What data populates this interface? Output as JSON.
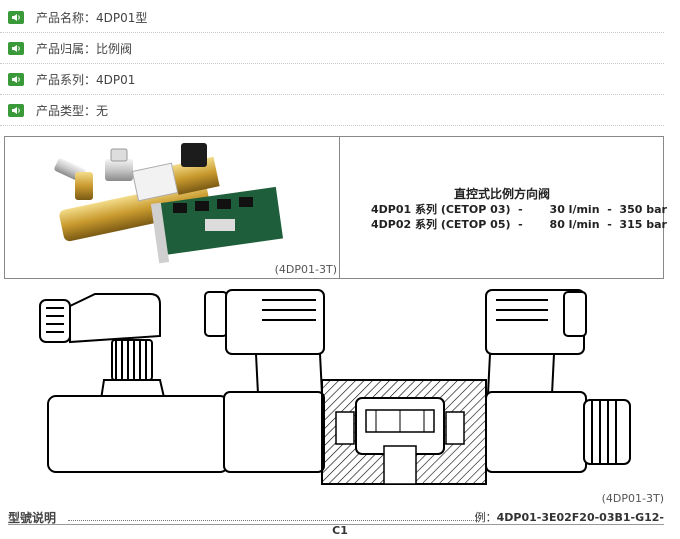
{
  "info": [
    {
      "label": "产品名称：",
      "value": "4DP01型"
    },
    {
      "label": "产品归属：",
      "value": "比例阀"
    },
    {
      "label": "产品系列：",
      "value": "4DP01"
    },
    {
      "label": "产品类型：",
      "value": "无"
    }
  ],
  "product": {
    "photo_caption": "(4DP01-3T)",
    "title": "直控式比例方向阀",
    "line1": "4DP01 系列 (CETOP 03)  -       30 l/min  -  350 bar",
    "line2": "4DP02 系列 (CETOP 05)  -       80 l/min  -  315 bar"
  },
  "drawing_caption": "(4DP01-3T)",
  "footer": {
    "left": "型號说明",
    "example_prefix": "例：",
    "example_code": "4DP01-3E02F20-03B1-G12-",
    "example_cont": "C1"
  },
  "colors": {
    "icon_green": "#3a9a3a"
  }
}
